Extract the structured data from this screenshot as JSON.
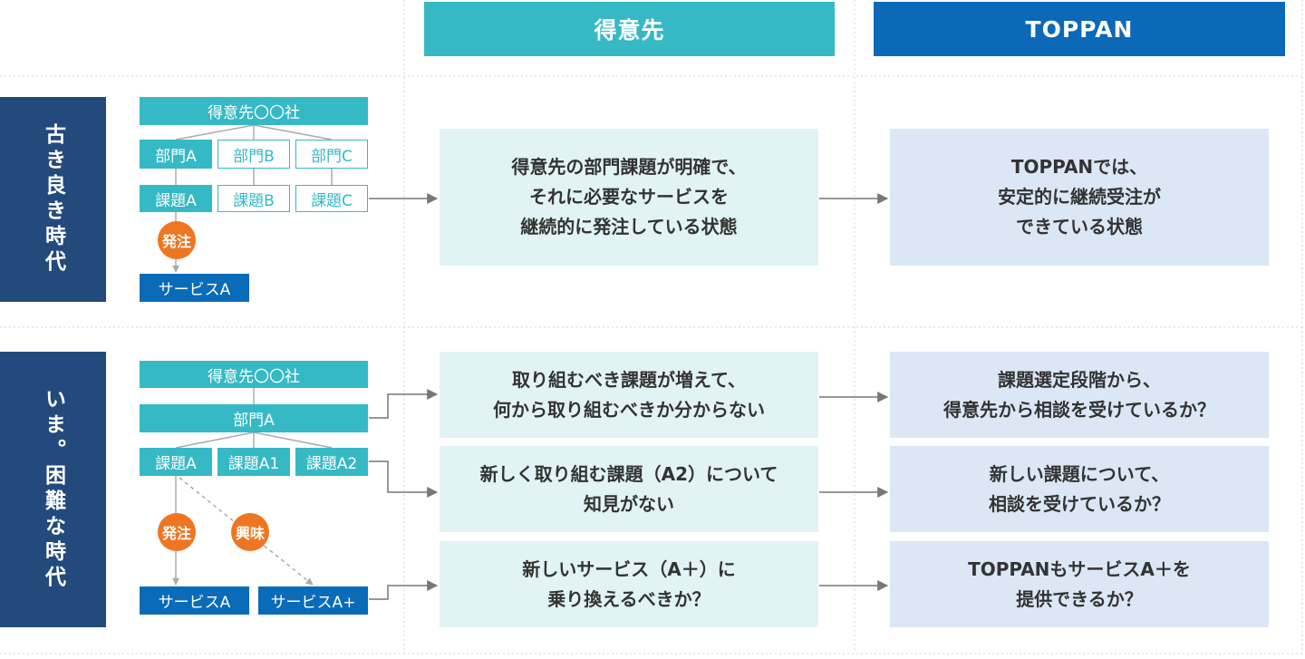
{
  "header": {
    "client": "得意先",
    "toppan": "TOPPAN"
  },
  "eras": {
    "good_old": "古き良き時代",
    "difficult": "いま。困難な時代"
  },
  "org_top": {
    "company": "得意先〇〇社",
    "dept_a": "部門A",
    "dept_b": "部門B",
    "dept_c": "部門C",
    "issue_a": "課題A",
    "issue_b": "課題B",
    "issue_c": "課題C",
    "order_label": "発注",
    "service_a": "サービスA"
  },
  "org_bottom": {
    "company": "得意先〇〇社",
    "dept_a": "部門A",
    "issue_a": "課題A",
    "issue_a1": "課題A1",
    "issue_a2": "課題A2",
    "order_label": "発注",
    "interest_label": "興味",
    "service_a": "サービスA",
    "service_a_plus": "サービスA+"
  },
  "client_states": [
    "得意先の部門課題が明確で、\nそれに必要なサービスを\n継続的に発注している状態",
    "取り組むべき課題が増えて、\n何から取り組むべきか分からない",
    "新しく取り組む課題（A2）について\n知見がない",
    "新しいサービス（A＋）に\n乗り換えるべきか？"
  ],
  "toppan_states": [
    "TOPPANでは、\n安定的に継続受注が\nできている状態",
    "課題選定段階から、\n得意先から相談を受けているか？",
    "新しい課題について、\n相談を受けているか？",
    "TOPPANもサービスA＋を\n提供できるか？"
  ],
  "colors": {
    "teal": "#35b9c5",
    "toppan_blue": "#0b69b7",
    "navy": "#234a7c",
    "orange": "#ee7623",
    "service_blue": "#0a6bb9",
    "light_cyan": "#e1f3f5",
    "light_blue": "#dbe7f4"
  }
}
